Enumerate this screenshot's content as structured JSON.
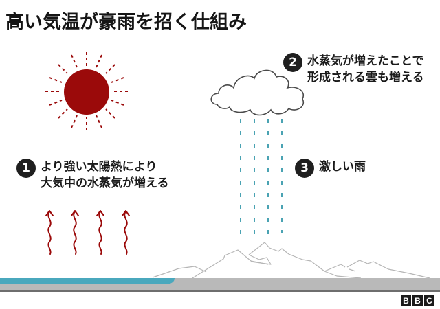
{
  "title": "高い気温が豪雨を招く仕組み",
  "steps": [
    {
      "number": "1",
      "line1": "より強い太陽熱により",
      "line2": "大気中の水蒸気が増える"
    },
    {
      "number": "2",
      "line1": "水蒸気が増えたことで",
      "line2": "形成される雲も増える"
    },
    {
      "number": "3",
      "line1": "激しい雨"
    }
  ],
  "logo": {
    "letters": [
      "B",
      "B",
      "C"
    ]
  },
  "colors": {
    "sun": "#9b0a0a",
    "heat_arrows": "#9b0a0a",
    "rain": "#4aa3b3",
    "water": "#4aa8bd",
    "ground": "#b9b9b9",
    "ground_line": "#6e6e6e",
    "mountain_outline": "#b5b5b5",
    "cloud_outline": "#4a4a4a"
  },
  "icons": [
    "sun-icon",
    "heat-arrow-icon",
    "cloud-icon",
    "rain-icon",
    "mountain-icon"
  ]
}
